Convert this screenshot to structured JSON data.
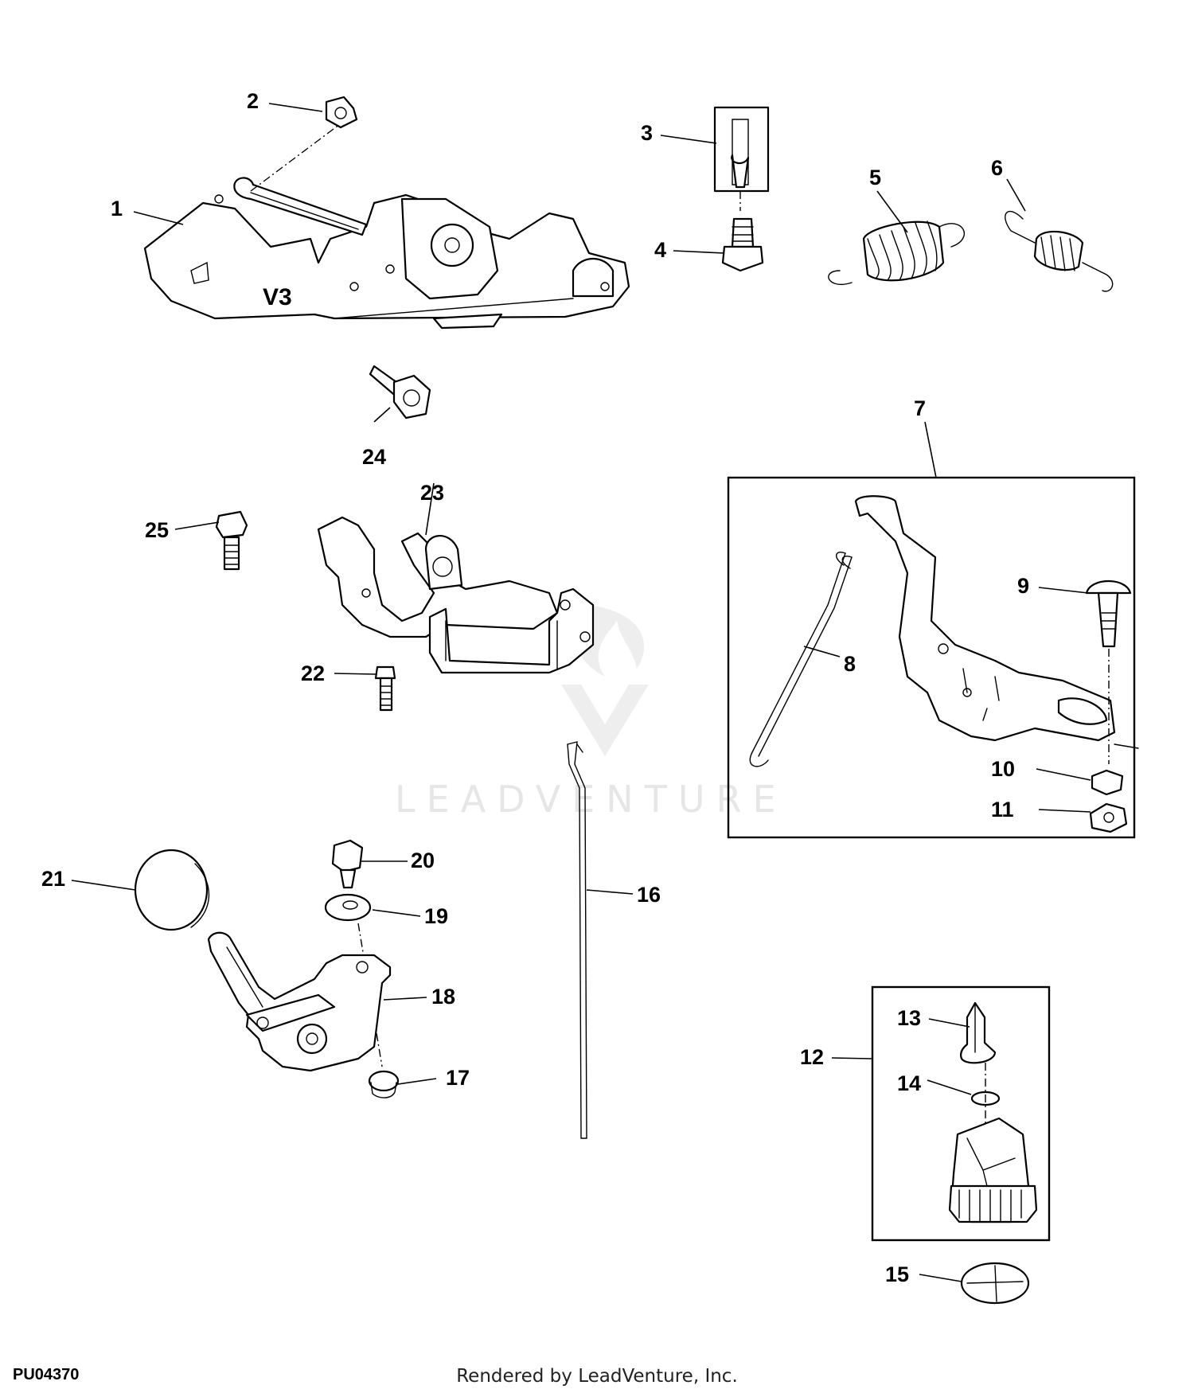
{
  "diagram": {
    "code": "PU04370",
    "footer": "Rendered by LeadVenture, Inc.",
    "watermark": "LEADVENTURE",
    "embossed_mark": "V3",
    "callouts": [
      "1",
      "2",
      "3",
      "4",
      "5",
      "6",
      "7",
      "8",
      "9",
      "10",
      "11",
      "12",
      "13",
      "14",
      "15",
      "16",
      "17",
      "18",
      "19",
      "20",
      "21",
      "22",
      "23",
      "24",
      "25"
    ]
  }
}
